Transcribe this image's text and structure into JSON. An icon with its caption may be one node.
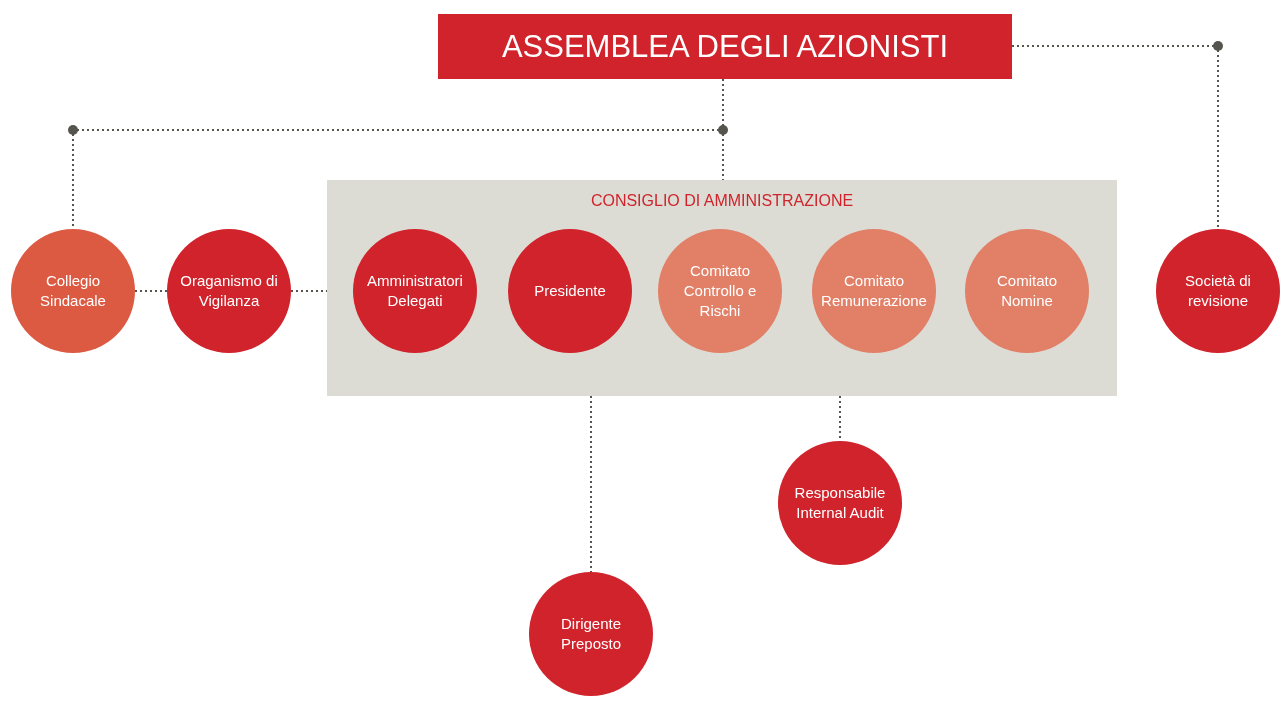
{
  "diagram": {
    "nodes": [
      {
        "text": [
          "ASSEMBLEA DEGLI AZIONISTI"
        ]
      },
      {
        "text": [
          "Collegio Sindacale"
        ]
      },
      {
        "text": [
          "Oraganismo di Vigilanza"
        ]
      },
      {
        "text": [
          "CONSIGLIO DI AMMINISTRAZIONE"
        ]
      },
      {
        "text": [
          "Amministratori Delegati"
        ],
        "in": 3
      },
      {
        "text": [
          "Presidente"
        ],
        "in": 3
      },
      {
        "text": [
          "Comitato Controllo e Rischi"
        ],
        "in": 3
      },
      {
        "text": [
          "Comitato Remunerazione"
        ],
        "in": 3
      },
      {
        "text": [
          "Comitato Nomine"
        ],
        "in": 3
      },
      {
        "text": [
          "Società di revisione"
        ]
      },
      {
        "text": [
          "Responsabile Internal Audit"
        ]
      },
      {
        "text": [
          "Dirigente Preposto"
        ]
      }
    ],
    "edges": [
      {
        "from": 0,
        "to": 3,
        "arrow": "none"
      },
      {
        "from": 0,
        "to": 1,
        "arrow": "none"
      },
      {
        "from": 0,
        "to": 9,
        "arrow": "none"
      },
      {
        "from": 1,
        "to": 2,
        "arrow": "none"
      },
      {
        "from": 2,
        "to": 3,
        "arrow": "none"
      },
      {
        "from": 3,
        "to": 10,
        "arrow": "none"
      },
      {
        "from": 3,
        "to": 11,
        "arrow": "none"
      }
    ]
  }
}
